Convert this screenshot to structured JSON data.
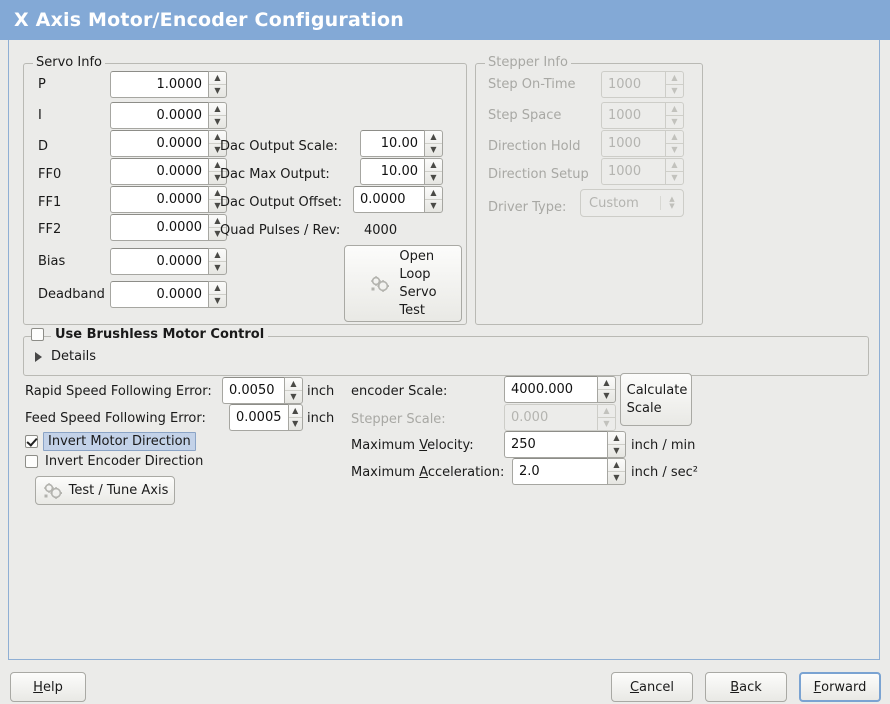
{
  "window": {
    "title": "X Axis Motor/Encoder Configuration",
    "accent": "#83a9d6"
  },
  "servo_group": {
    "legend": "Servo Info",
    "fields": [
      {
        "label": "P",
        "value": "1.0000"
      },
      {
        "label": "I",
        "value": "0.0000"
      },
      {
        "label": "D",
        "value": "0.0000"
      },
      {
        "label": "FF0",
        "value": "0.0000"
      },
      {
        "label": "FF1",
        "value": "0.0000"
      },
      {
        "label": "FF2",
        "value": "0.0000"
      },
      {
        "label": "Bias",
        "value": "0.0000"
      },
      {
        "label": "Deadband",
        "value": "0.0000"
      }
    ],
    "dac": [
      {
        "label": "Dac Output Scale:",
        "value": "10.00"
      },
      {
        "label": "Dac Max Output:",
        "value": "10.00"
      },
      {
        "label": "Dac Output Offset:",
        "value": "0.0000"
      }
    ],
    "quad_pulses_label": "Quad Pulses / Rev:",
    "quad_pulses_value": "4000",
    "open_loop_button": "Open\nLoop\nServo\nTest",
    "open_loop_lines": [
      "Open",
      "Loop",
      "Servo",
      "Test"
    ],
    "open_loop_icon": "gears-icon"
  },
  "stepper_group": {
    "legend": "Stepper Info",
    "enabled": false,
    "fields": [
      {
        "label": "Step On-Time",
        "value": "1000"
      },
      {
        "label": "Step Space",
        "value": "1000"
      },
      {
        "label": "Direction Hold",
        "value": "1000"
      },
      {
        "label": "Direction Setup",
        "value": "1000"
      }
    ],
    "driver_type_label": "Driver Type:",
    "driver_type_value": "Custom"
  },
  "brushless_group": {
    "checkbox_label": "Use Brushless Motor Control",
    "checked": false,
    "details_label": "Details",
    "details_expanded": false
  },
  "tuning": {
    "rapid_error_label": "Rapid Speed Following Error:",
    "rapid_error_value": "0.0050",
    "rapid_error_unit": "inch",
    "feed_error_label": "Feed Speed Following Error:",
    "feed_error_value": "0.0005",
    "feed_error_unit": "inch",
    "invert_motor_label": "Invert Motor Direction",
    "invert_motor_checked": true,
    "invert_encoder_label": "Invert Encoder Direction",
    "invert_encoder_checked": false,
    "test_tune_button": "Test / Tune Axis"
  },
  "scales": {
    "encoder_scale_label": "encoder Scale:",
    "encoder_scale_value": "4000.000",
    "stepper_scale_label": "Stepper Scale:",
    "stepper_scale_value": "0.000",
    "stepper_scale_enabled": false,
    "calculate_scale_lines": [
      "Calculate",
      "Scale"
    ],
    "max_velocity_label_pre": "Maximum ",
    "max_velocity_label_mn": "V",
    "max_velocity_label_post": "elocity:",
    "max_velocity_value": "250",
    "max_velocity_unit": "inch / min",
    "max_accel_label_pre": "Maximum ",
    "max_accel_label_mn": "A",
    "max_accel_label_post": "cceleration:",
    "max_accel_value": "2.0",
    "max_accel_unit": "inch / sec²"
  },
  "footer": {
    "help": {
      "pre": "",
      "mn": "H",
      "post": "elp"
    },
    "cancel": {
      "pre": "",
      "mn": "C",
      "post": "ancel"
    },
    "back": {
      "pre": "",
      "mn": "B",
      "post": "ack"
    },
    "forward": {
      "pre": "",
      "mn": "F",
      "post": "orward",
      "focused": true
    }
  },
  "spinner": {
    "up": "▲",
    "down": "▼"
  }
}
